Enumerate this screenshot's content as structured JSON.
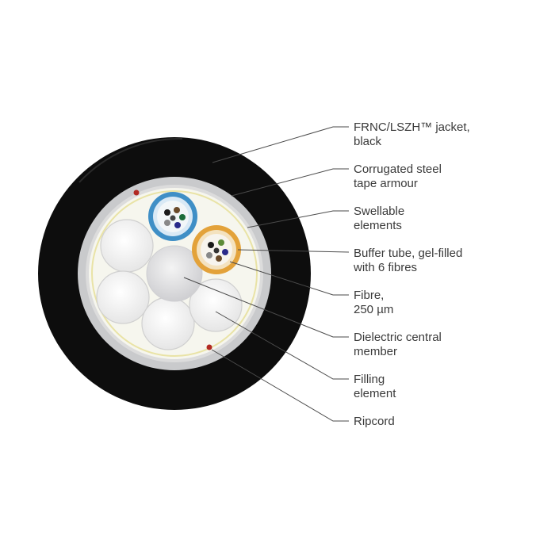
{
  "labels": {
    "jacket": [
      "FRNC/LSZH™ jacket,",
      "black"
    ],
    "armour": [
      "Corrugated steel",
      "tape armour"
    ],
    "swellable": [
      "Swellable",
      "elements"
    ],
    "buffer": [
      "Buffer tube, gel-filled",
      "with 6 fibres"
    ],
    "fibre": [
      "Fibre,",
      "250 µm"
    ],
    "central": [
      "Dielectric central",
      "member"
    ],
    "filling": [
      "Filling",
      "element"
    ],
    "ripcord": [
      "Ripcord"
    ]
  },
  "colors": {
    "jacket": "#0d0d0d",
    "armour": "#c9cacc",
    "inner": "#f6f6ee",
    "yellow_ring": "#e9e3a6",
    "buffer_blue": "#3f8fc6",
    "buffer_orange": "#e3a23a",
    "ripcord": "#b22a22"
  }
}
